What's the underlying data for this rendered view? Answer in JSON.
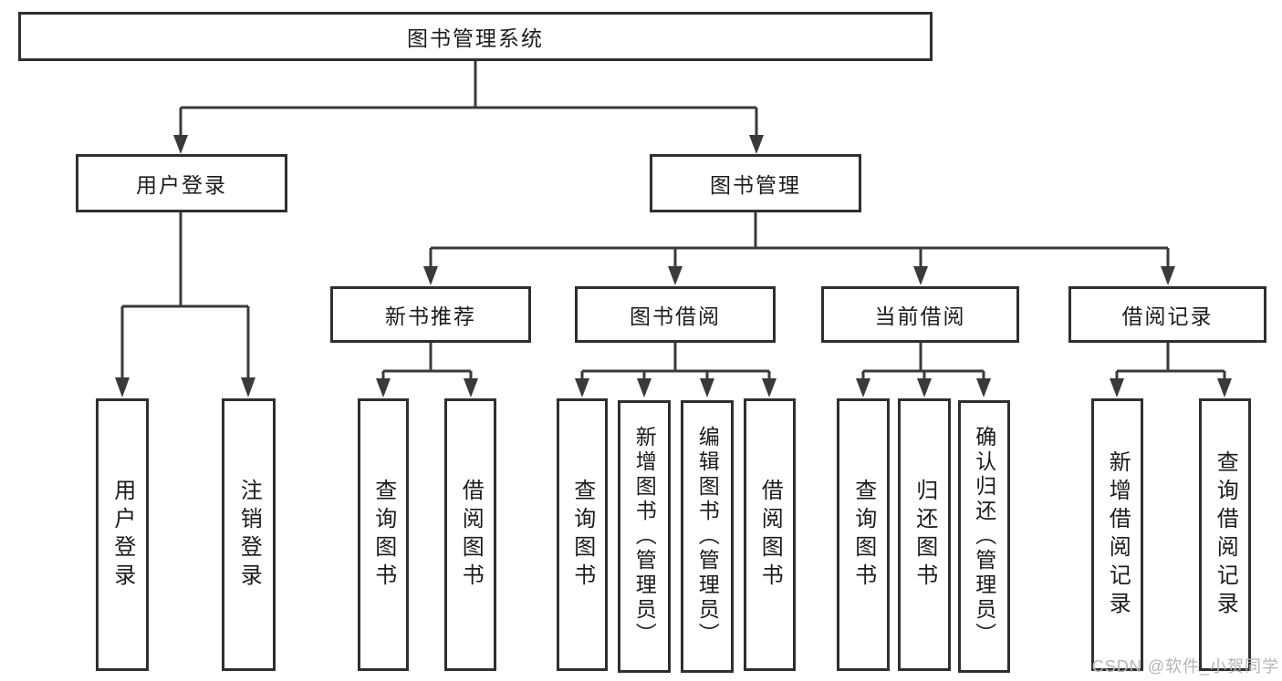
{
  "diagram": {
    "root": "图书管理系统",
    "user_login": {
      "label": "用户登录",
      "children": [
        "用户登录",
        "注销登录"
      ]
    },
    "book_mgmt": {
      "label": "图书管理",
      "groups": [
        {
          "label": "新书推荐",
          "children": [
            "查询图书",
            "借阅图书"
          ]
        },
        {
          "label": "图书借阅",
          "children": [
            "查询图书",
            "新增图书（管理员）",
            "编辑图书（管理员）",
            "借阅图书"
          ]
        },
        {
          "label": "当前借阅",
          "children": [
            "查询图书",
            "归还图书",
            "确认归还（管理员）"
          ]
        },
        {
          "label": "借阅记录",
          "children": [
            "新增借阅记录",
            "查询借阅记录"
          ]
        }
      ]
    }
  },
  "watermark": "CSDN @软件_小贺同学",
  "colors": {
    "line": "#3a3a3a",
    "border": "#2f2f2f",
    "text": "#1b1b1b",
    "watermark": "#b5b5b5",
    "background": "#ffffff"
  }
}
